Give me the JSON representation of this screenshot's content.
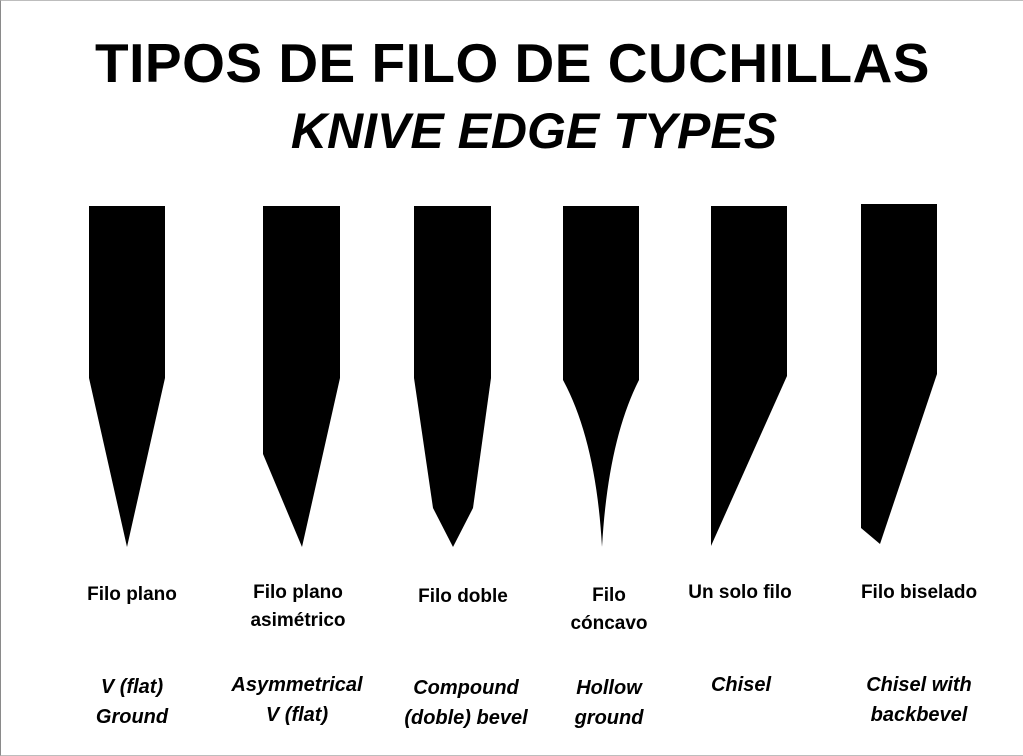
{
  "title": "TIPOS DE FILO DE CUCHILLAS",
  "subtitle": "KNIVE EDGE TYPES",
  "colors": {
    "blade": "#000000",
    "background": "#ffffff"
  },
  "edges": [
    {
      "name_es": "Filo plano",
      "name_en": "V (flat)\nGround"
    },
    {
      "name_es": "Filo plano\nasimétrico",
      "name_en": "Asymmetrical\nV (flat)"
    },
    {
      "name_es": "Filo doble",
      "name_en": "Compound\n(doble) bevel"
    },
    {
      "name_es": "Filo\ncóncavo",
      "name_en": "Hollow\nground"
    },
    {
      "name_es": "Un solo filo",
      "name_en": "Chisel"
    },
    {
      "name_es": "Filo biselado",
      "name_en": "Chisel with\nbackbevel"
    }
  ]
}
